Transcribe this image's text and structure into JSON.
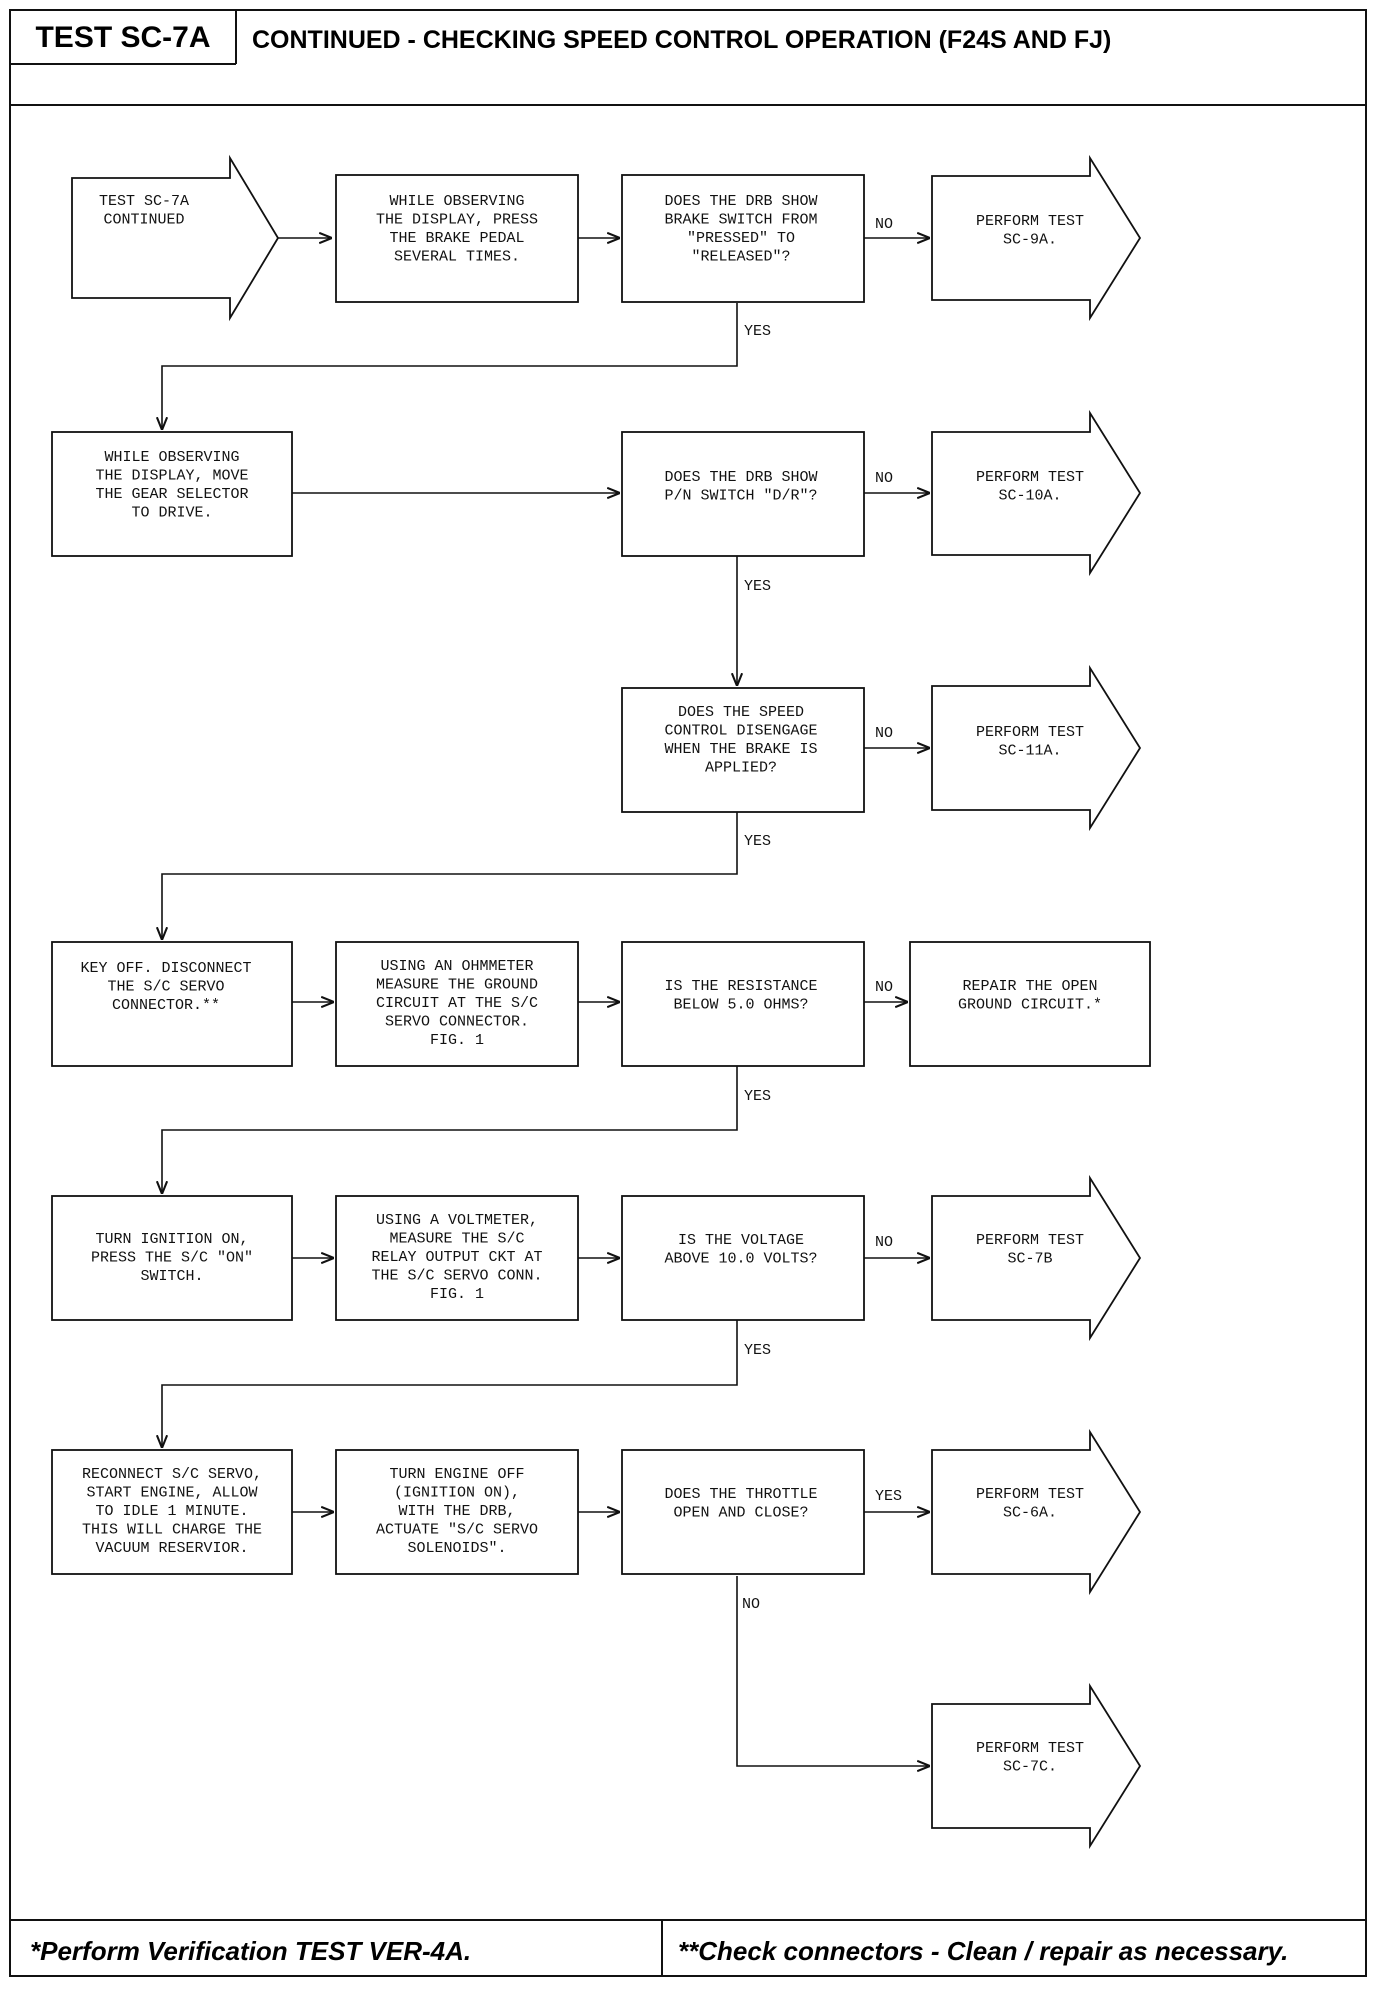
{
  "header": {
    "test_id": "TEST SC-7A",
    "title": "CONTINUED - CHECKING SPEED CONTROL OPERATION (F24S AND FJ)"
  },
  "nodes": {
    "start": [
      "TEST SC-7A",
      "CONTINUED"
    ],
    "observe_brake": [
      "WHILE OBSERVING",
      "THE DISPLAY, PRESS",
      "THE BRAKE PEDAL",
      "SEVERAL TIMES."
    ],
    "q_brake_switch": [
      "DOES THE DRB SHOW",
      "BRAKE SWITCH FROM",
      "\"PRESSED\" TO",
      "\"RELEASED\"?"
    ],
    "perform_sc9a": [
      "PERFORM TEST",
      "SC-9A."
    ],
    "observe_gear": [
      "WHILE OBSERVING",
      "THE DISPLAY, MOVE",
      "THE GEAR SELECTOR",
      "TO DRIVE."
    ],
    "q_pn_switch": [
      "DOES THE DRB SHOW",
      "P/N SWITCH \"D/R\"?"
    ],
    "perform_sc10a": [
      "PERFORM TEST",
      "SC-10A."
    ],
    "q_disengage": [
      "DOES THE SPEED",
      "CONTROL DISENGAGE",
      "WHEN THE BRAKE IS",
      "APPLIED?"
    ],
    "perform_sc11a": [
      "PERFORM TEST",
      "SC-11A."
    ],
    "key_off": [
      "KEY OFF. DISCONNECT",
      "THE S/C SERVO",
      "CONNECTOR.**"
    ],
    "ohmmeter": [
      "USING AN OHMMETER",
      "MEASURE THE GROUND",
      "CIRCUIT AT THE S/C",
      "SERVO CONNECTOR.",
      "FIG. 1"
    ],
    "q_resistance": [
      "IS THE RESISTANCE",
      "BELOW 5.0 OHMS?"
    ],
    "repair_ground": [
      "REPAIR THE OPEN",
      "GROUND CIRCUIT.*"
    ],
    "ignition_on": [
      "TURN IGNITION ON,",
      "PRESS THE S/C \"ON\"",
      "SWITCH."
    ],
    "voltmeter": [
      "USING A VOLTMETER,",
      "MEASURE THE S/C",
      "RELAY OUTPUT CKT AT",
      "THE S/C SERVO CONN.",
      "FIG. 1"
    ],
    "q_voltage": [
      "IS THE VOLTAGE",
      "ABOVE 10.0 VOLTS?"
    ],
    "perform_sc7b": [
      "PERFORM TEST",
      "SC-7B"
    ],
    "reconnect": [
      "RECONNECT S/C SERVO,",
      "START ENGINE, ALLOW",
      "TO IDLE 1 MINUTE.",
      "THIS WILL CHARGE THE",
      "VACUUM RESERVIOR."
    ],
    "engine_off": [
      "TURN ENGINE OFF",
      "(IGNITION ON),",
      "WITH THE DRB,",
      "ACTUATE \"S/C SERVO",
      "SOLENOIDS\"."
    ],
    "q_throttle": [
      "DOES THE THROTTLE",
      "OPEN AND CLOSE?"
    ],
    "perform_sc6a": [
      "PERFORM TEST",
      "SC-6A."
    ],
    "perform_sc7c": [
      "PERFORM TEST",
      "SC-7C."
    ]
  },
  "labels": {
    "yes": "YES",
    "no": "NO"
  },
  "footer": {
    "left": "*Perform Verification TEST VER-4A.",
    "right": "**Check connectors - Clean / repair as necessary."
  }
}
